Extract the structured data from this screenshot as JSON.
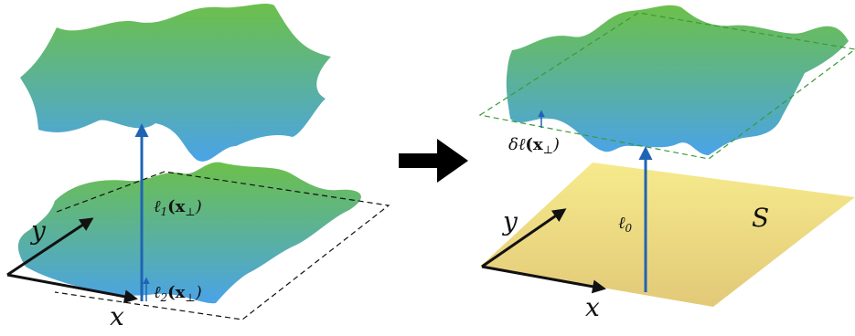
{
  "colors": {
    "surface_top": "#6cc04a",
    "surface_bottom": "#4aa3e8",
    "plane_top": "#f6ea8c",
    "plane_bottom": "#e2c978",
    "arrow_blue": "#1f64b4",
    "dashed_black": "#111111",
    "dashed_green": "#3a9a35",
    "transition_arrow": "#000000"
  },
  "left_panel": {
    "axis_y": "y",
    "axis_x": "x",
    "label_l1": {
      "main": "ℓ",
      "sub": "1",
      "arg": "(x",
      "perp": "⊥",
      "close": ")"
    },
    "label_l2": {
      "main": "ℓ",
      "sub": "2",
      "arg": "(x",
      "perp": "⊥",
      "close": ")"
    }
  },
  "right_panel": {
    "axis_y": "y",
    "axis_x": "x",
    "label_l0": {
      "main": "ℓ",
      "sub": "0"
    },
    "label_dl": {
      "main": "δℓ",
      "arg": "(x",
      "perp": "⊥",
      "close": ")"
    },
    "plane_label": "S"
  }
}
